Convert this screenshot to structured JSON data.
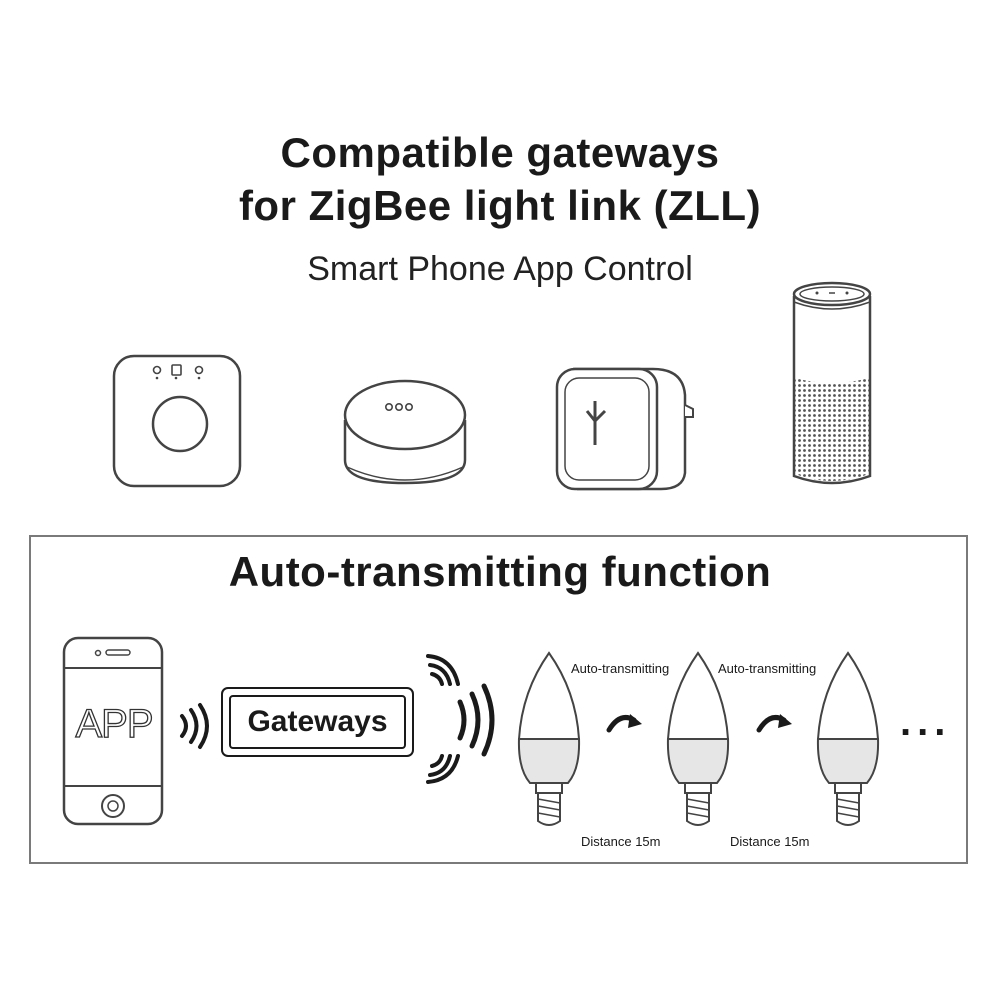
{
  "header": {
    "title_line1": "Compatible gateways",
    "title_line2": "for ZigBee light link (ZLL)",
    "subtitle": "Smart Phone App Control"
  },
  "devices": [
    {
      "icon": "hub-square-icon"
    },
    {
      "icon": "round-hub-icon"
    },
    {
      "icon": "plug-in-gateway-icon"
    },
    {
      "icon": "smart-speaker-icon"
    }
  ],
  "panel": {
    "title": "Auto-transmitting function",
    "app_label": "APP",
    "gateway_label": "Gateways",
    "auto_label_1": "Auto-transmitting",
    "auto_label_2": "Auto-transmitting",
    "distance_label_1": "Distance 15m",
    "distance_label_2": "Distance 15m",
    "ellipsis": "..."
  },
  "colors": {
    "stroke": "#444444",
    "bulb_shade": "#e6e6e6",
    "panel_border": "#7a7a7a"
  }
}
